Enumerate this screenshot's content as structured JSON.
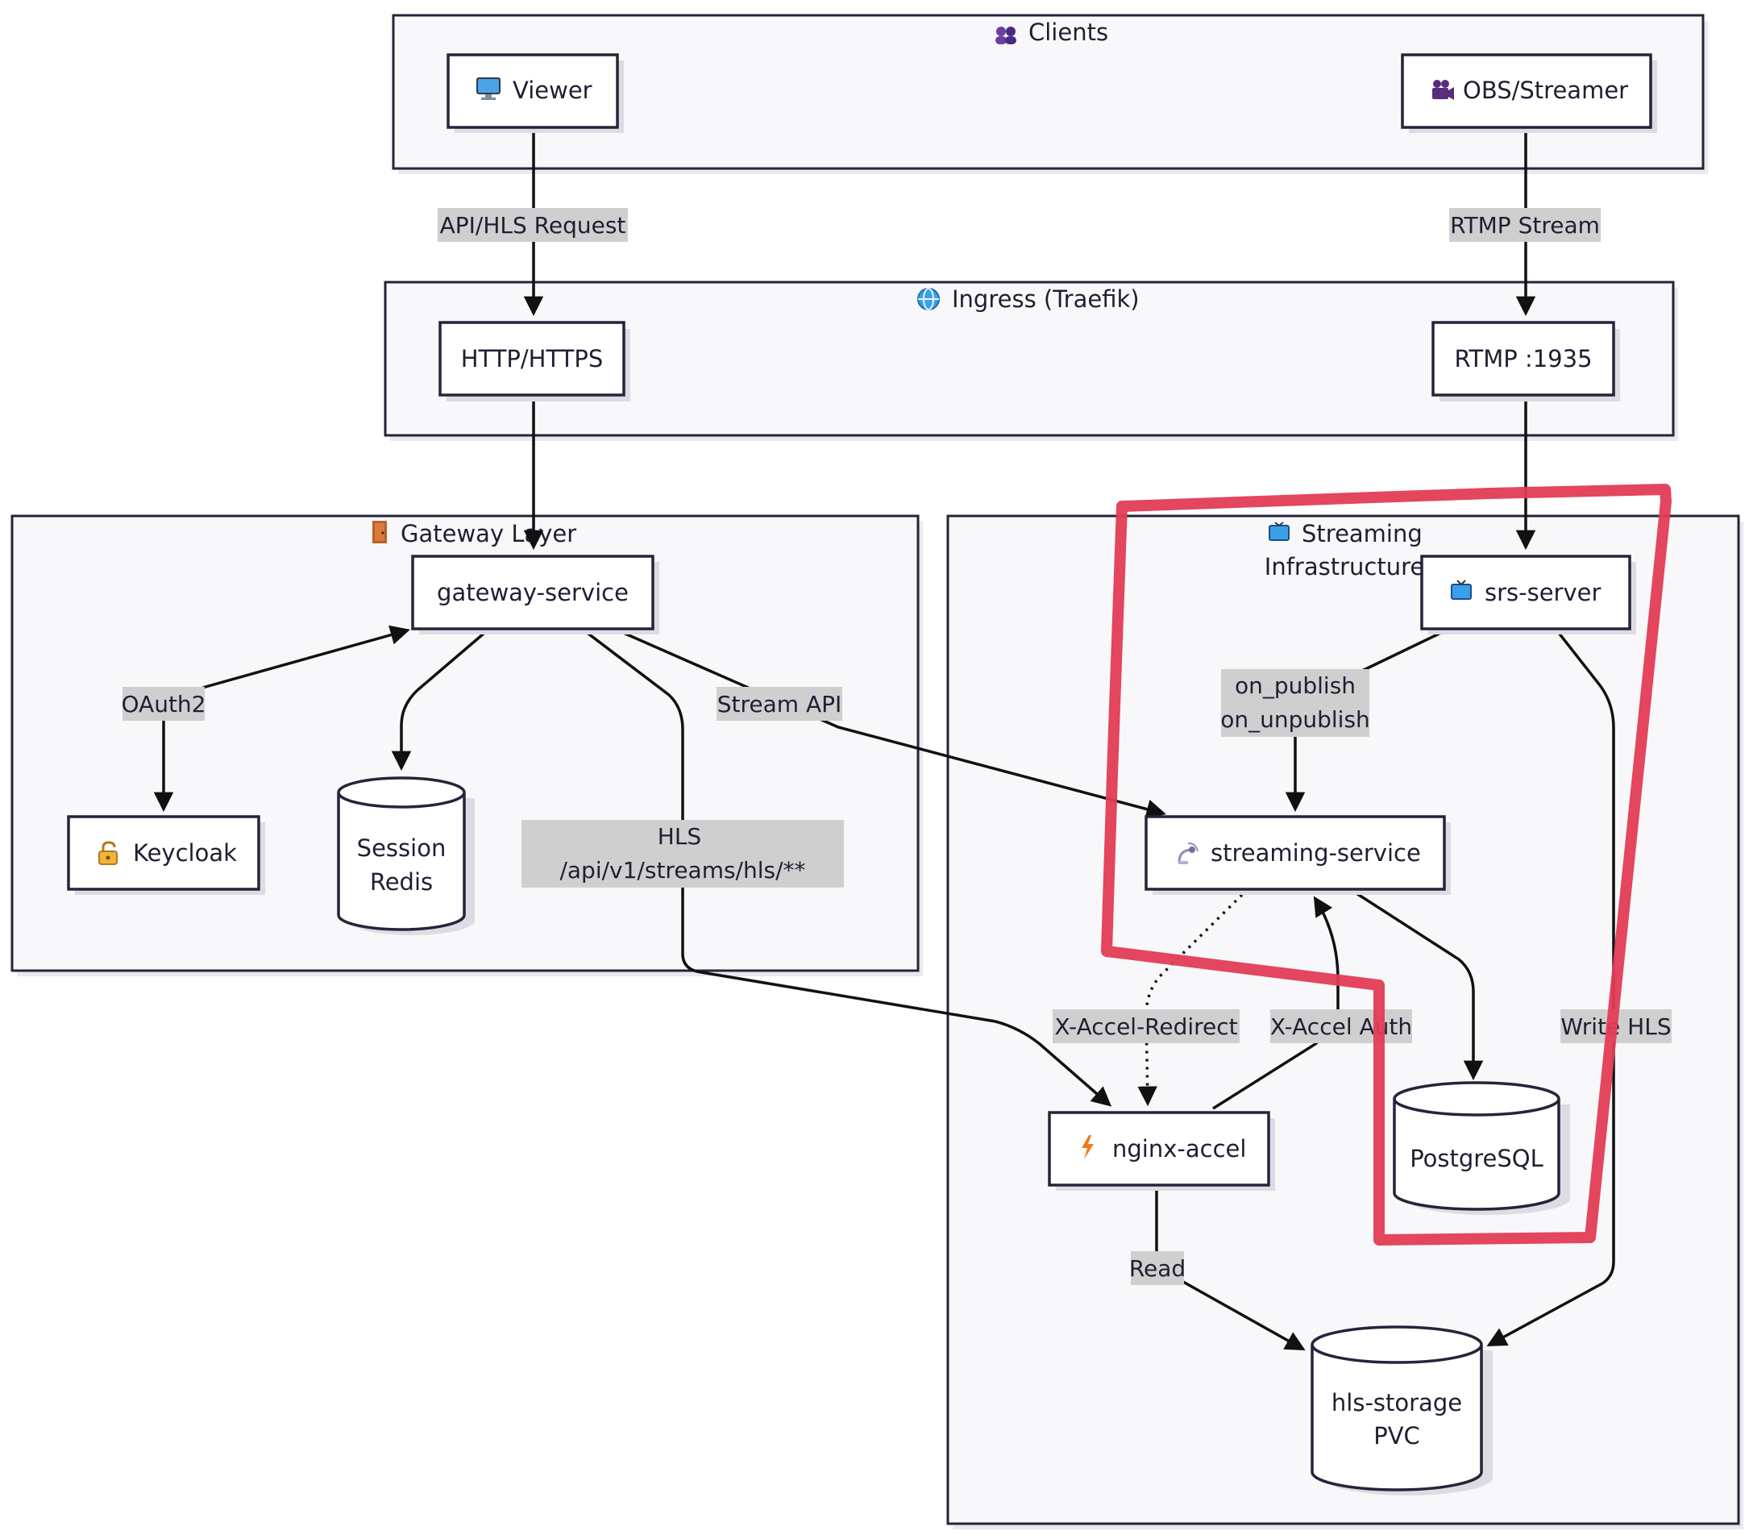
{
  "clusters": {
    "clients": {
      "icon": "people-icon",
      "title": "Clients"
    },
    "ingress": {
      "icon": "globe-icon",
      "title": "Ingress (Traefik)"
    },
    "gateway": {
      "icon": "door-icon",
      "title": "Gateway Layer"
    },
    "streaming": {
      "icon": "tv-icon",
      "title_line1": "Streaming",
      "title_line2": "Infrastructure"
    }
  },
  "nodes": {
    "viewer": {
      "icon": "monitor-icon",
      "label": "Viewer"
    },
    "obs": {
      "icon": "video-camera-icon",
      "label": "OBS/Streamer"
    },
    "http": {
      "label": "HTTP/HTTPS"
    },
    "rtmp": {
      "label": "RTMP :1935"
    },
    "gateway_service": {
      "label": "gateway-service"
    },
    "srs_server": {
      "icon": "tv-icon",
      "label": "srs-server"
    },
    "keycloak": {
      "icon": "lock-icon",
      "label": "Keycloak"
    },
    "session_redis": {
      "line1": "Session",
      "line2": "Redis"
    },
    "streaming_service": {
      "icon": "satellite-icon",
      "label": "streaming-service"
    },
    "nginx_accel": {
      "icon": "lightning-icon",
      "label": "nginx-accel"
    },
    "postgresql": {
      "label": "PostgreSQL"
    },
    "hls_storage": {
      "line1": "hls-storage",
      "line2": "PVC"
    }
  },
  "edges": {
    "api_hls_request": "API/HLS Request",
    "rtmp_stream": "RTMP Stream",
    "oauth2": "OAuth2",
    "stream_api": "Stream API",
    "hls_line1": "HLS",
    "hls_line2": "/api/v1/streams/hls/**",
    "on_publish": "on_publish",
    "on_unpublish": "on_unpublish",
    "x_accel_redirect": "X-Accel-Redirect",
    "x_accel_auth": "X-Accel Auth",
    "write_hls": "Write HLS",
    "read": "Read"
  },
  "annotation": {
    "color": "#e23c54",
    "shape": "hand-drawn-outline"
  }
}
